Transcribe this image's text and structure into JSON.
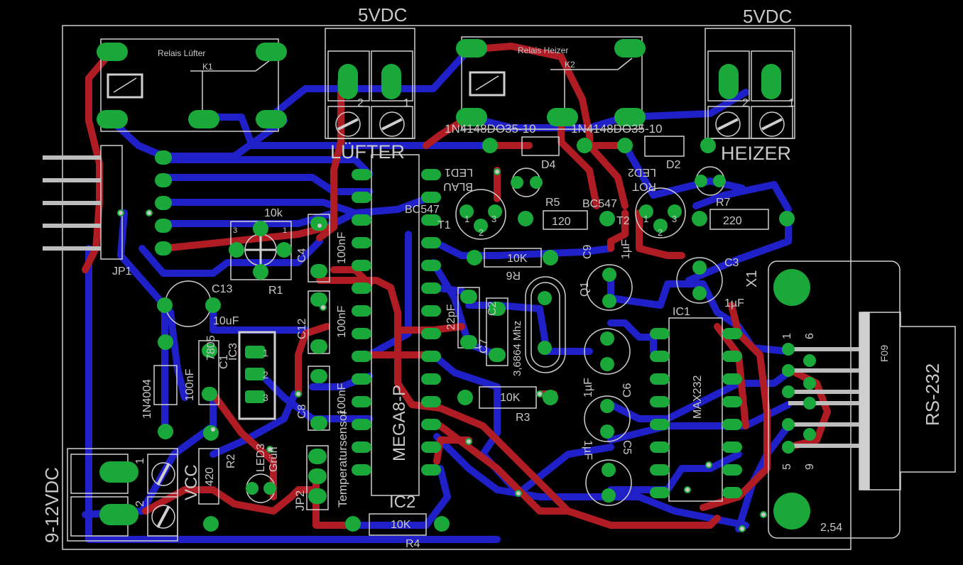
{
  "labels": {
    "top_5vdc_left": "5VDC",
    "top_5vdc_right": "5VDC",
    "relais_luefter": "Relais Lüfter",
    "k1": "K1",
    "relais_heizer": "Relais Heizer",
    "k2": "K2",
    "luefter": "LÜFTER",
    "heizer": "HEIZER",
    "d4_label": "1N4148DO35-10",
    "d2_label": "1N4148DO35-10",
    "d4": "D4",
    "d2": "D2",
    "led1": "LED1",
    "blau": "BLAU",
    "led2": "LED2",
    "rot": "ROT",
    "r5": "R5",
    "r5_val": "120",
    "r7": "R7",
    "r7_val": "220",
    "bc547_t1": "BC547",
    "t1": "T1",
    "bc547_t2": "BC547",
    "t2": "T2",
    "jp1": "JP1",
    "pot_val": "10k",
    "r1": "R1",
    "c4": "C4",
    "c4_val": "100nF",
    "c13": "C13",
    "c13_val": "10uF",
    "c12": "C12",
    "c12_val": "100nF",
    "c8": "C8",
    "c8_val": "100nF",
    "ic_7805": "7805",
    "ic3": "IC3",
    "c1": "C1",
    "c1_val": "100nF",
    "d1": "1N4004",
    "r6": "R6",
    "r6_val": "10K",
    "c9": "C9",
    "c9_val": "1µF",
    "c3": "C3",
    "c3_val": "1µF",
    "x1": "X1",
    "q1": "Q1",
    "quartz": "3,6864 Mhz",
    "c2": "C2",
    "c2_val": "22pF",
    "c7": "C7",
    "ic1": "IC1",
    "max232": "MAX232",
    "c6": "C6",
    "c6_val": "1µF",
    "c5": "C5",
    "c5_val": "1µF",
    "r3": "R3",
    "r3_val": "10K",
    "mega8": "MEGA8-P",
    "ic2": "IC2",
    "r4": "R4",
    "r4_val": "10K",
    "temp": "Temperatursensor",
    "jp2": "JP2",
    "led3": "LED3",
    "gruen": "Grün",
    "r2": "R2",
    "r2_val": "420",
    "vcc": "VCC",
    "vdc_in": "9-12VDC",
    "rs232": "RS-232",
    "f09": "F09",
    "spacing": "2,54",
    "pin1": "1",
    "pin2": "2",
    "pin3": "3",
    "pin5": "5",
    "pin6": "6",
    "pin9": "9"
  },
  "colors": {
    "background": "#000000",
    "top_copper": "#b01c24",
    "bottom_copper": "#2020c8",
    "pad": "#1aa83a",
    "silkscreen": "#c8c8c8",
    "outline": "#d0d0d0"
  }
}
